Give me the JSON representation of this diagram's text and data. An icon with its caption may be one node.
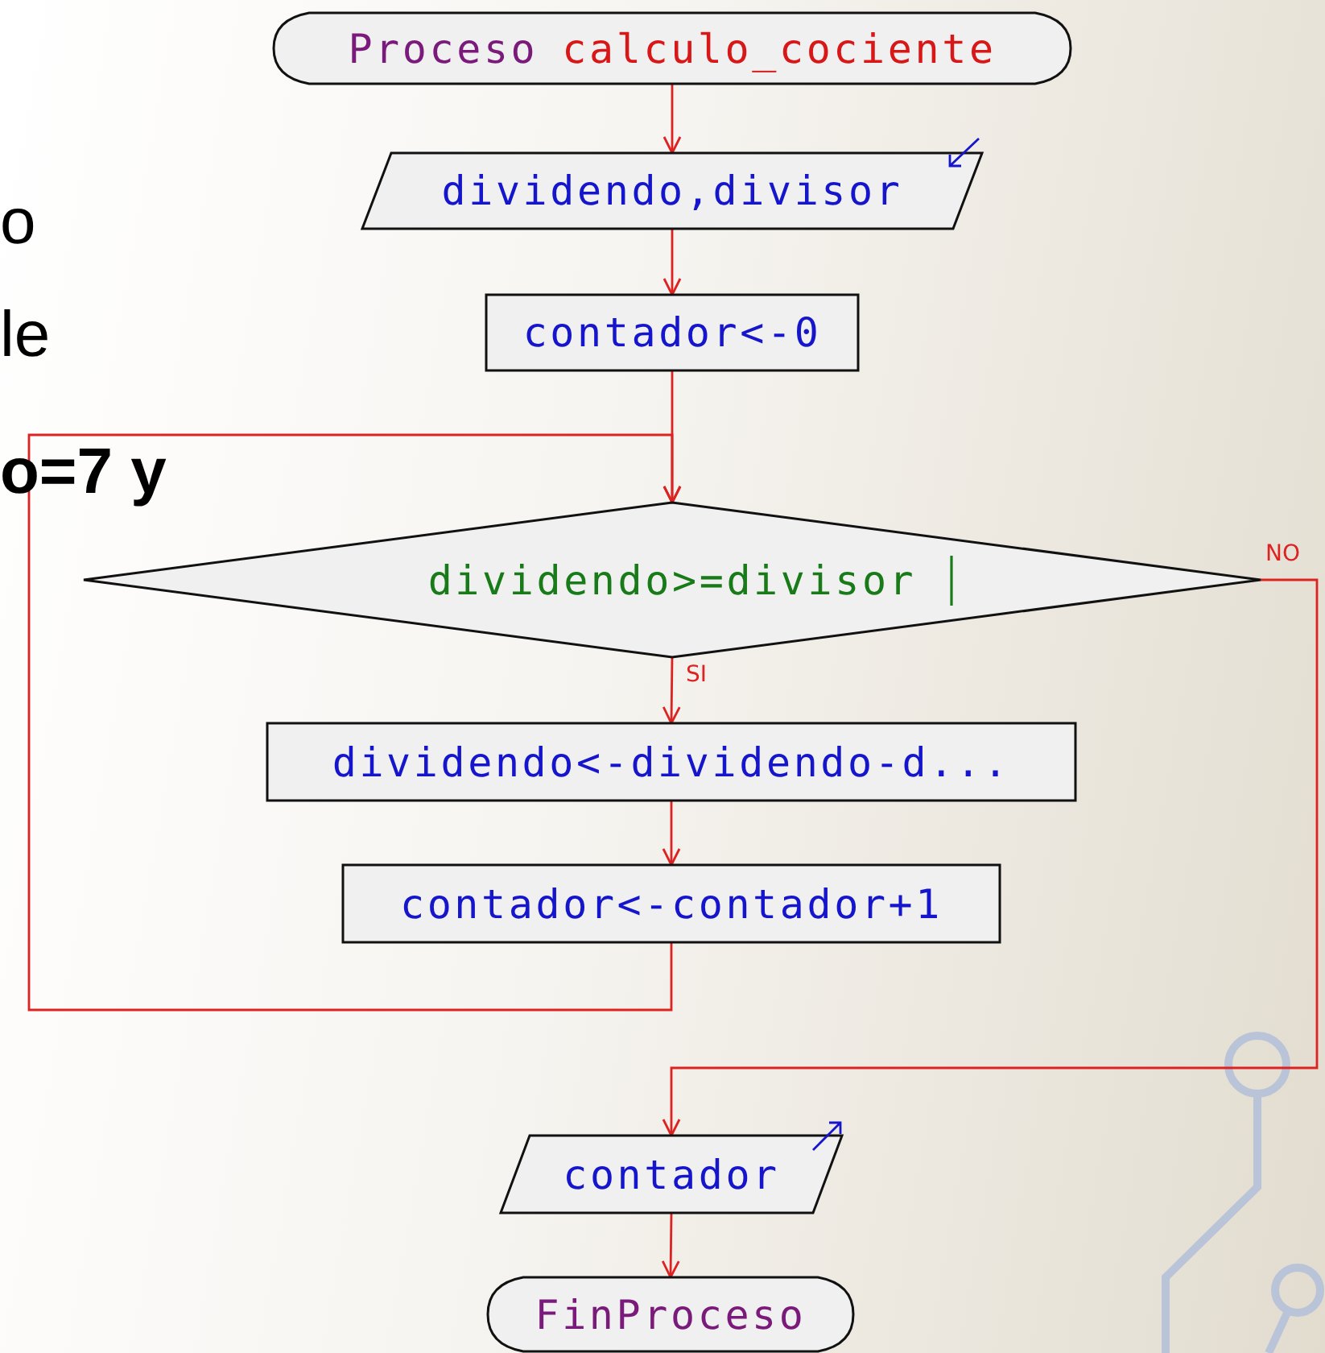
{
  "diagram": {
    "nodes": [
      {
        "text": [
          "Proceso",
          "calculo_cociente"
        ]
      },
      {
        "text": [
          "dividendo,divisor"
        ]
      },
      {
        "text": [
          "contador<-0"
        ]
      },
      {
        "text": [
          "dividendo>=divisor"
        ]
      },
      {
        "text": [
          "dividendo<-dividendo-d..."
        ]
      },
      {
        "text": [
          "contador<-contador+1"
        ]
      },
      {
        "text": [
          "contador"
        ]
      },
      {
        "text": [
          "FinProceso"
        ]
      }
    ],
    "edges": [
      {
        "from": 0,
        "to": 1,
        "arrow": "to"
      },
      {
        "from": 1,
        "to": 2,
        "arrow": "to"
      },
      {
        "from": 2,
        "to": 3,
        "arrow": "to"
      },
      {
        "from": 3,
        "to": 4,
        "arrow": "to",
        "label": "SI"
      },
      {
        "from": 4,
        "to": 5,
        "arrow": "to"
      },
      {
        "from": 5,
        "to": 3,
        "arrow": "to"
      },
      {
        "from": 3,
        "to": 6,
        "arrow": "to",
        "label": "NO"
      },
      {
        "from": 6,
        "to": 7,
        "arrow": "to"
      }
    ],
    "labels": [
      "o",
      "le",
      "o=7 y"
    ]
  }
}
